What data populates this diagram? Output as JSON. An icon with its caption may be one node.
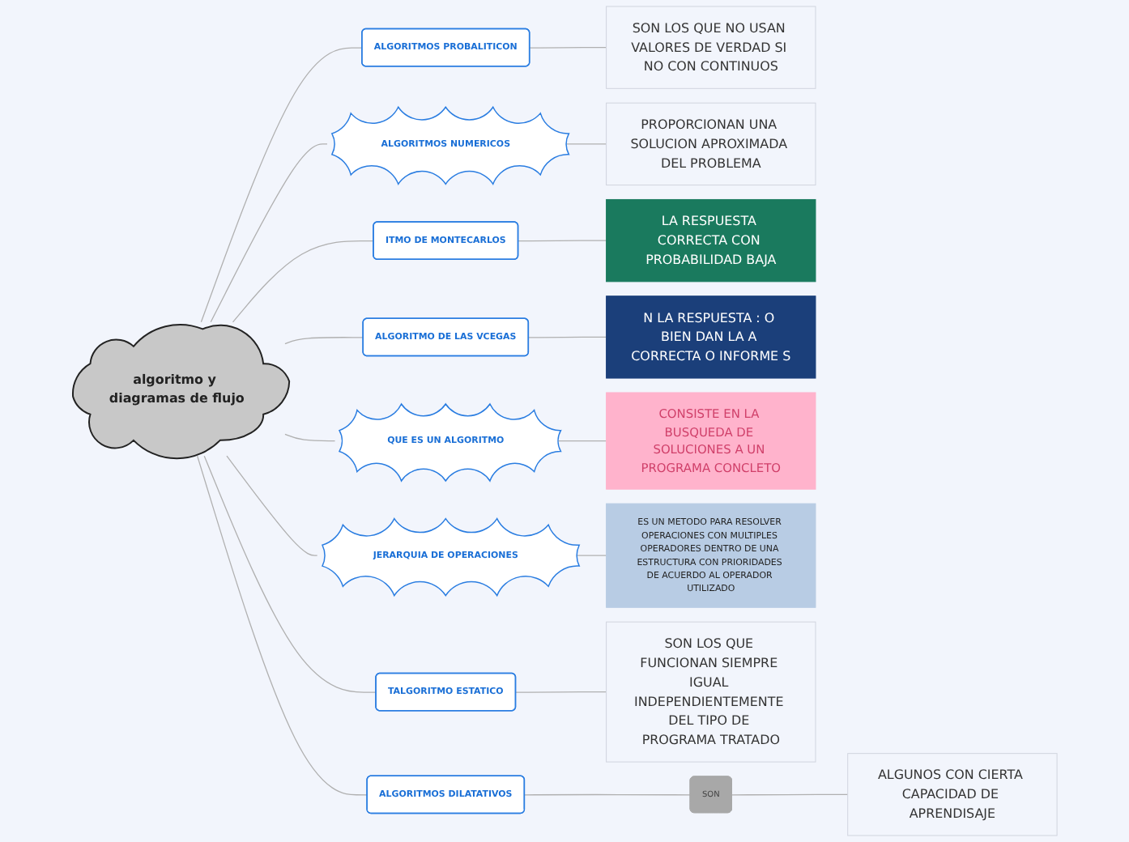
{
  "diagram": {
    "nodes": [
      {
        "text": [
          "algoritmo y diagramas de flujo"
        ]
      },
      {
        "text": [
          "ALGORITMOS PROBALITICON"
        ]
      },
      {
        "text": [
          "SON LOS QUE NO USAN VALORES DE VERDAD SI NO CON CONTINUOS"
        ]
      },
      {
        "text": [
          "ALGORITMOS NUMERICOS"
        ]
      },
      {
        "text": [
          "PROPORCIONAN UNA SOLUCION APROXIMADA DEL PROBLEMA"
        ]
      },
      {
        "text": [
          "ITMO DE MONTECARLOS"
        ]
      },
      {
        "text": [
          "LA RESPUESTA CORRECTA CON PROBABILIDAD BAJA"
        ]
      },
      {
        "text": [
          "N LA RESPUESTA : O BIEN DAN LA A CORRECTA O INFORME S"
        ]
      },
      {
        "text": [
          "ALGORITMO DE LAS VCEGAS"
        ]
      },
      {
        "text": [
          "QUE ES UN ALGORITMO"
        ]
      },
      {
        "text": [
          "CONSISTE EN LA BUSQUEDA DE SOLUCIONES A UN PROGRAMA CONCLETO"
        ]
      },
      {
        "text": [
          "JERARQUIA DE OPERACIONES"
        ]
      },
      {
        "text": [
          "ES UN METODO PARA RESOLVER OPERACIONES CON MULTIPLES OPERADORES DENTRO DE UNA ESTRUCTURA CON PRIORIDADES DE ACUERDO AL OPERADOR UTILIZADO"
        ]
      },
      {
        "text": [
          "TALGORITMO ESTATICO"
        ]
      },
      {
        "text": [
          "SON LOS QUE FUNCIONAN SIEMPRE IGUAL INDEPENDIENTEMENTE DEL TIPO DE PROGRAMA TRATADO"
        ]
      },
      {
        "text": [
          "ALGORITMOS DILATATIVOS"
        ]
      },
      {
        "text": [
          "SON"
        ]
      },
      {
        "text": [
          "ALGUNOS CON CIERTA CAPACIDAD DE APRENDISAJE"
        ]
      }
    ],
    "edges": [
      {
        "from": 0,
        "to": 1,
        "arrow": "none"
      },
      {
        "from": 1,
        "to": 2,
        "arrow": "none"
      },
      {
        "from": 0,
        "to": 3,
        "arrow": "none"
      },
      {
        "from": 3,
        "to": 4,
        "arrow": "none"
      },
      {
        "from": 0,
        "to": 5,
        "arrow": "none"
      },
      {
        "from": 5,
        "to": 6,
        "arrow": "none"
      },
      {
        "from": 0,
        "to": 8,
        "arrow": "none"
      },
      {
        "from": 8,
        "to": 7,
        "arrow": "none"
      },
      {
        "from": 0,
        "to": 9,
        "arrow": "none"
      },
      {
        "from": 9,
        "to": 10,
        "arrow": "none"
      },
      {
        "from": 0,
        "to": 11,
        "arrow": "none"
      },
      {
        "from": 11,
        "to": 12,
        "arrow": "none"
      },
      {
        "from": 0,
        "to": 13,
        "arrow": "none"
      },
      {
        "from": 13,
        "to": 14,
        "arrow": "none"
      },
      {
        "from": 0,
        "to": 15,
        "arrow": "none"
      },
      {
        "from": 15,
        "to": 16,
        "arrow": "none"
      },
      {
        "from": 16,
        "to": 17,
        "arrow": "none"
      }
    ]
  }
}
